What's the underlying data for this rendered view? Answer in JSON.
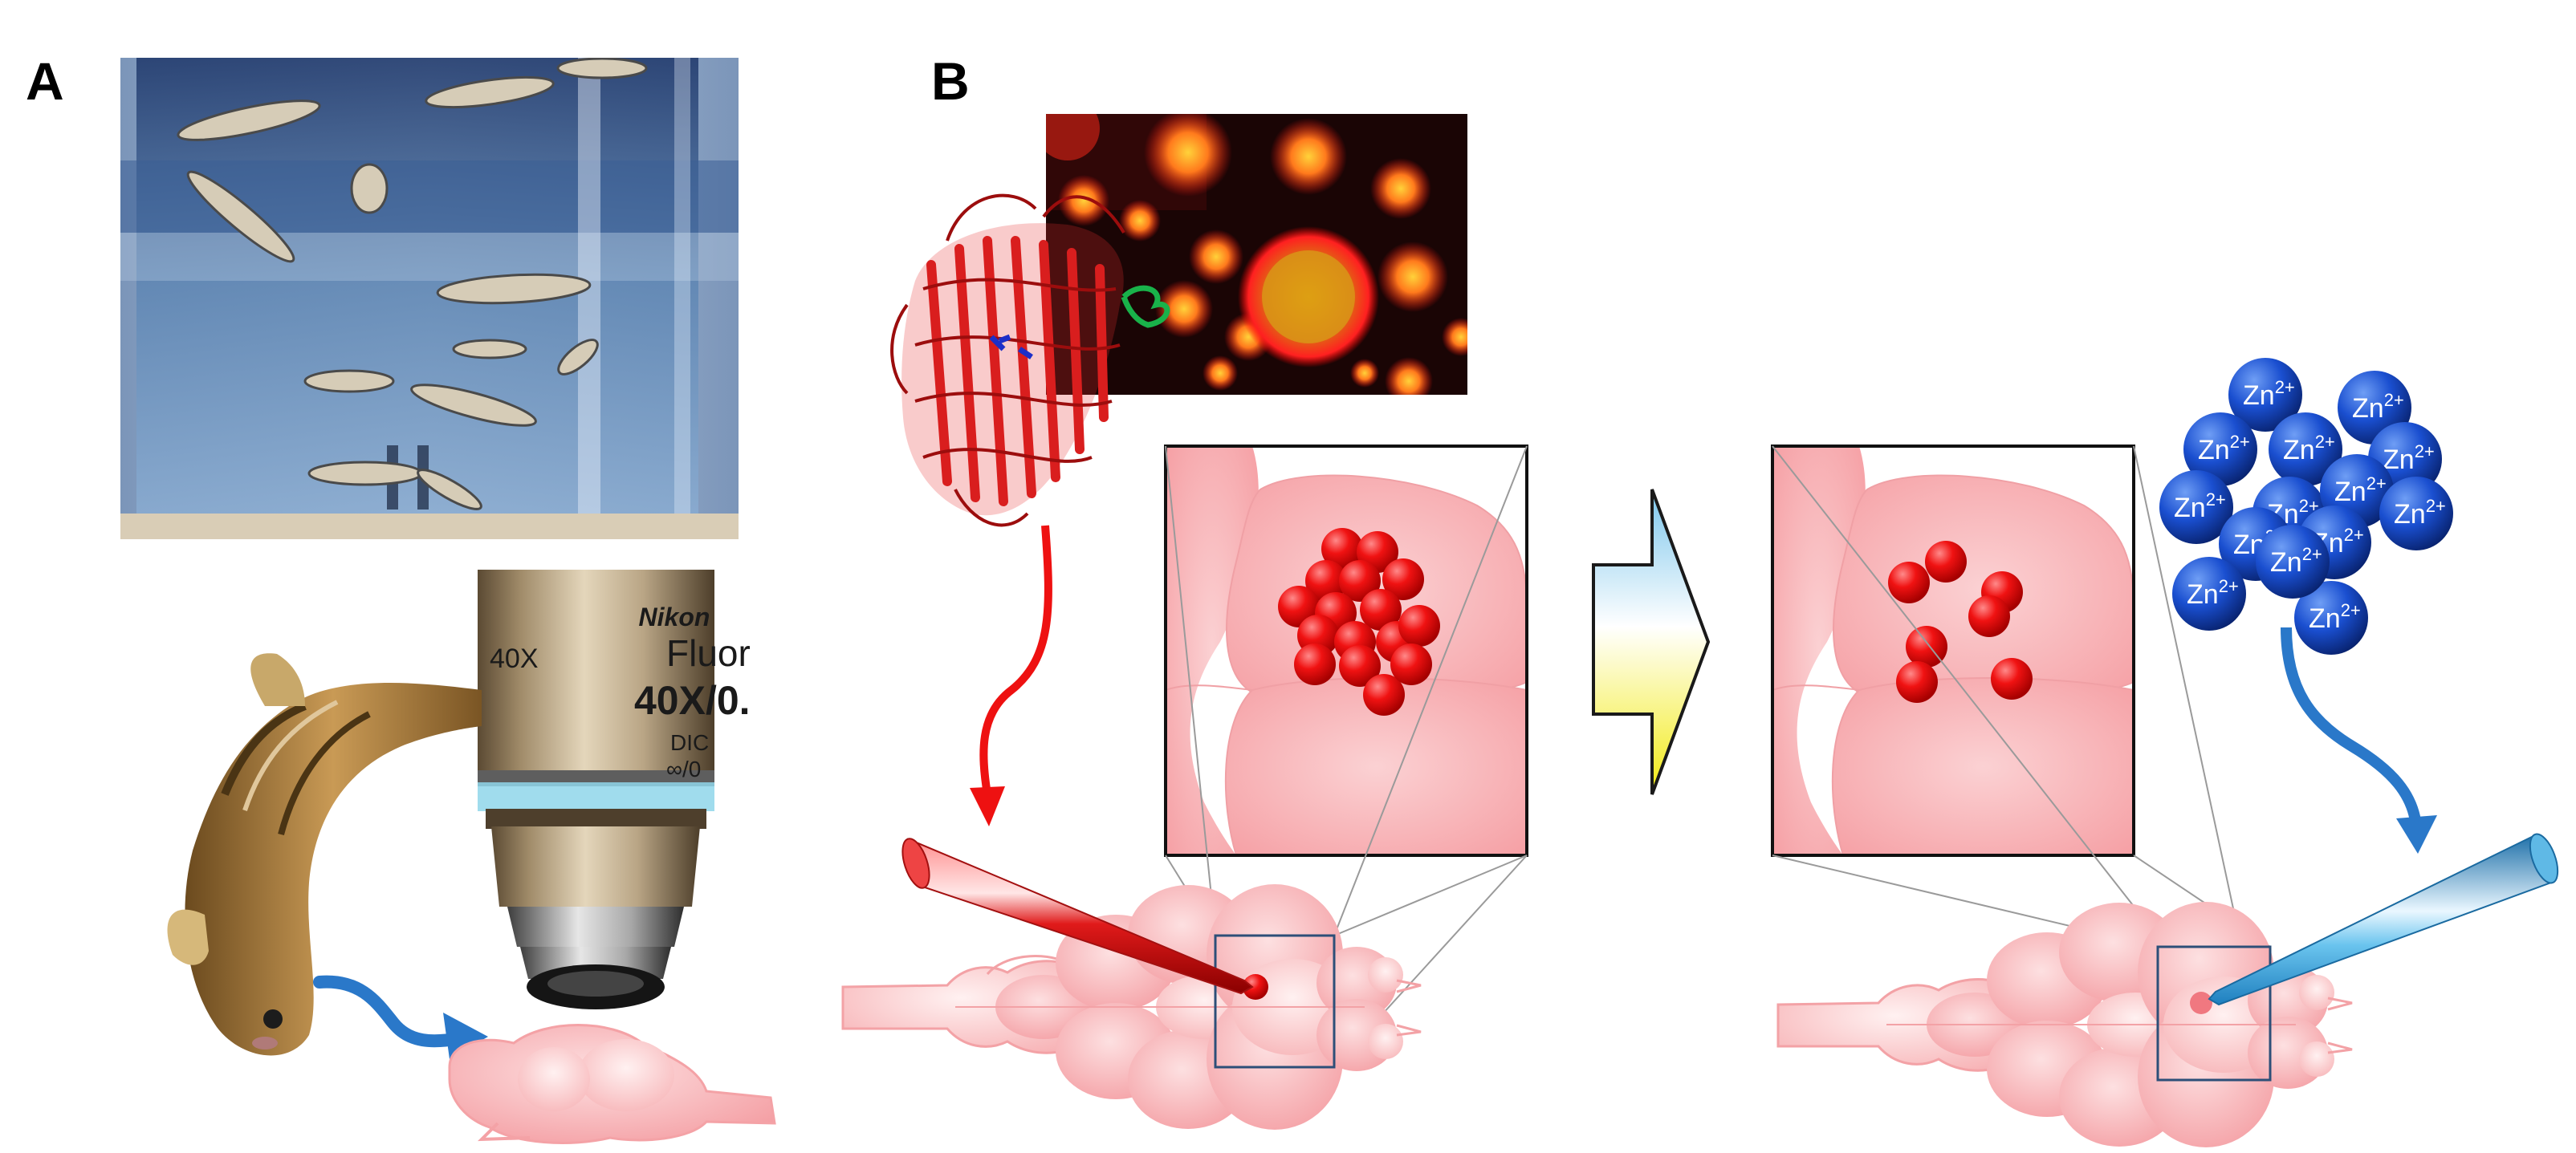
{
  "figure": {
    "panel_a_label": "A",
    "panel_b_label": "B"
  },
  "objective_lens": {
    "brand": "Nikon",
    "magnification": "40X",
    "name": "Fluor",
    "spec_line": "40X/0.",
    "line3": "DIC",
    "line4": "∞/0"
  },
  "zinc_ions": {
    "element": "Zn",
    "charge": "2+",
    "count": 14
  },
  "colors": {
    "fluor_red": "#ee1111",
    "brain_pink": "#f8b2b4",
    "zinc_blue": "#1a4fd0",
    "arrow_blue": "#2a78c9",
    "pipette_red": "#e01a1a",
    "pipette_blue": "#36a6dd",
    "zoom_box_stroke": "#2d4f78"
  }
}
